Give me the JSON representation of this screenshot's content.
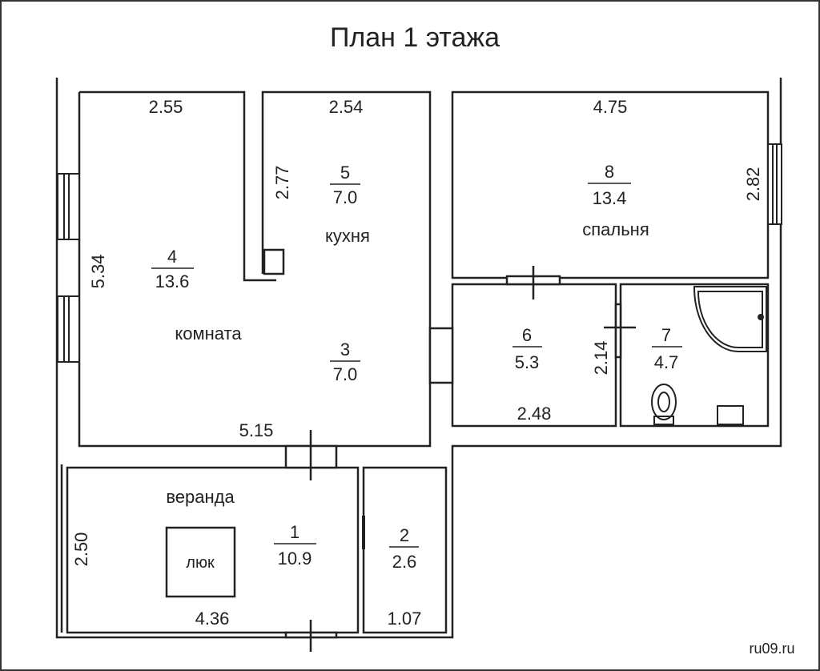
{
  "title": "План 1 этажа",
  "watermark": "RU09.RU",
  "site": "ru09.ru",
  "rooms": [
    {
      "num": "1",
      "area": "10.9",
      "name": "веранда"
    },
    {
      "num": "2",
      "area": "2.6"
    },
    {
      "num": "3",
      "area": "7.0"
    },
    {
      "num": "4",
      "area": "13.6",
      "name": "комната"
    },
    {
      "num": "5",
      "area": "7.0",
      "name": "кухня"
    },
    {
      "num": "6",
      "area": "5.3"
    },
    {
      "num": "7",
      "area": "4.7"
    },
    {
      "num": "8",
      "area": "13.4",
      "name": "спальня"
    }
  ],
  "hatch_label": "люк",
  "dims": {
    "d255": "2.55",
    "d254": "2.54",
    "d277": "2.77",
    "d534": "5.34",
    "d515": "5.15",
    "d475": "4.75",
    "d282": "2.82",
    "d214": "2.14",
    "d248": "2.48",
    "d250": "2.50",
    "d436": "4.36",
    "d107": "1.07"
  }
}
